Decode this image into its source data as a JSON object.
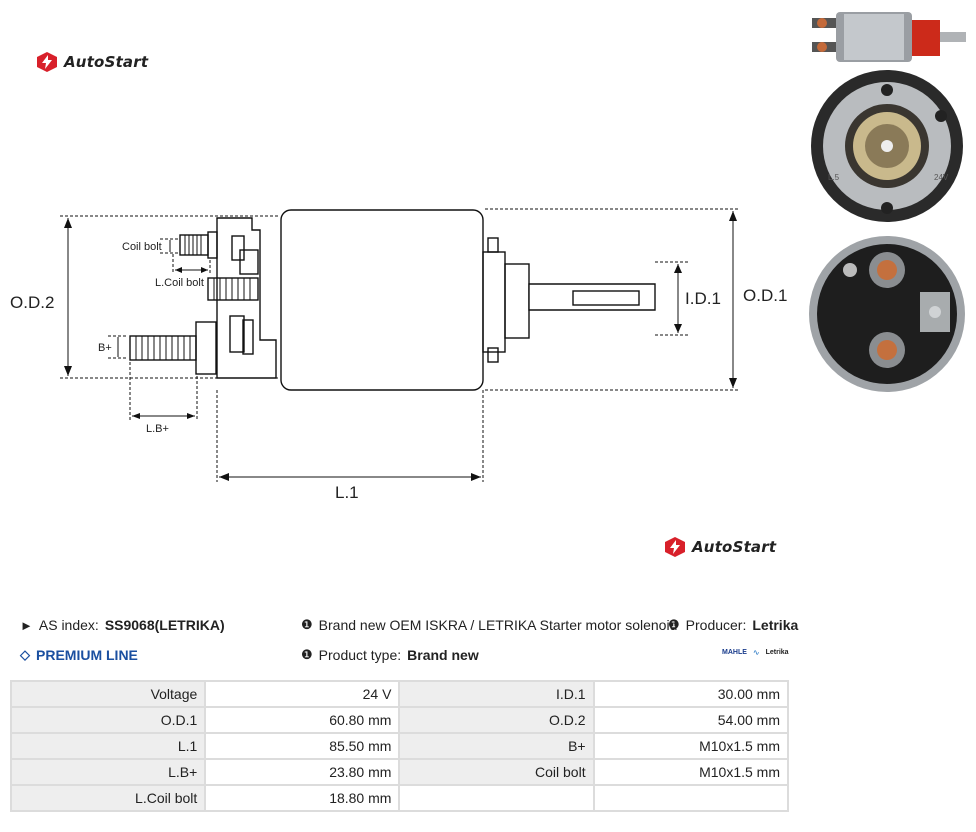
{
  "brand": {
    "name": "AutoStart"
  },
  "drawing": {
    "labels": {
      "coil_bolt": "Coil bolt",
      "l_coil_bolt": "L.Coil bolt",
      "od2": "O.D.2",
      "od1": "O.D.1",
      "id1": "I.D.1",
      "bplus": "B+",
      "lbplus": "L.B+",
      "l1": "L.1"
    }
  },
  "photos": {
    "front_marks": {
      "left": "L.5",
      "right": "24V"
    }
  },
  "info": {
    "as_index_label": "AS index:",
    "as_index_value": "SS9068(LETRIKA)",
    "premium": "PREMIUM LINE",
    "description": "Brand new OEM ISKRA / LETRIKA Starter motor solenoid",
    "producer_label": "Producer:",
    "producer_value": "Letrika",
    "product_type_label": "Product type:",
    "product_type_value": "Brand new",
    "brand_logos": {
      "mahle": "MAHLE",
      "letrika": "Letrika"
    }
  },
  "specs": {
    "rows": [
      {
        "l1": "Voltage",
        "v1": "24 V",
        "l2": "I.D.1",
        "v2": "30.00 mm"
      },
      {
        "l1": "O.D.1",
        "v1": "60.80 mm",
        "l2": "O.D.2",
        "v2": "54.00 mm"
      },
      {
        "l1": "L.1",
        "v1": "85.50 mm",
        "l2": "B+",
        "v2": "M10x1.5 mm"
      },
      {
        "l1": "L.B+",
        "v1": "23.80 mm",
        "l2": "Coil bolt",
        "v2": "M10x1.5 mm"
      },
      {
        "l1": "L.Coil bolt",
        "v1": "18.80 mm",
        "l2": "",
        "v2": ""
      }
    ]
  },
  "colors": {
    "logo_red": "#d8202a",
    "premium_blue": "#1a4fa0",
    "table_border": "#dcdcdc",
    "label_bg": "#eeeeee"
  }
}
